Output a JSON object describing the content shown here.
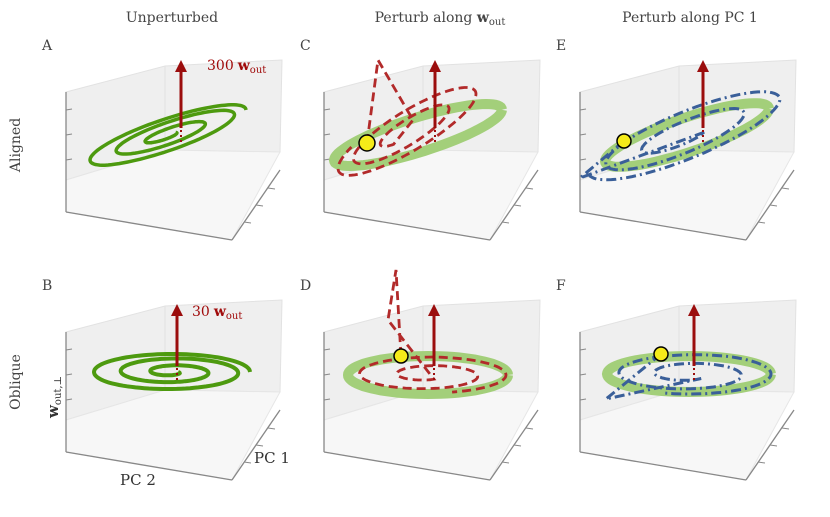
{
  "column_titles": {
    "unperturbed": "Unperturbed",
    "perturb_wout_prefix": "Perturb along ",
    "perturb_wout_vec": "w",
    "perturb_wout_sub": "out",
    "perturb_pc1": "Perturb along PC 1"
  },
  "row_labels": {
    "aligned": "Aligned",
    "oblique": "Oblique"
  },
  "panel_letters": {
    "A": "A",
    "B": "B",
    "C": "C",
    "D": "D",
    "E": "E",
    "F": "F"
  },
  "vector_labels": {
    "aligned_scale": "300",
    "oblique_scale": "30",
    "vec": "w",
    "sub": "out"
  },
  "axis_labels": {
    "x": "PC 2",
    "y": "PC 1",
    "z_vec": "w",
    "z_sub": "out,⊥"
  },
  "colors": {
    "unperturbed_trajectory": "#4d9a0f",
    "unperturbed_faded": "#a3cf7a",
    "perturbed_wout": "#b22a2a",
    "perturbed_pc1": "#3a5f99",
    "output_vector": "#9b0d0d",
    "perturbation_point": "#f5eb19",
    "pane": "#efefef",
    "axis_line": "#888888"
  },
  "chart_data": [
    {
      "panel": "A",
      "type": "line",
      "row": "Aligned",
      "column": "Unperturbed",
      "series": [
        {
          "style": "solid",
          "color": "#4d9a0f"
        }
      ],
      "vector_label": "300 w_out"
    },
    {
      "panel": "B",
      "type": "line",
      "row": "Oblique",
      "column": "Unperturbed",
      "series": [
        {
          "style": "solid",
          "color": "#4d9a0f"
        }
      ],
      "vector_label": "30 w_out"
    },
    {
      "panel": "C",
      "type": "line",
      "row": "Aligned",
      "column": "Perturb along w_out",
      "series": [
        {
          "style": "solid-faded",
          "color": "#a3cf7a"
        },
        {
          "style": "dashed",
          "color": "#b22a2a"
        }
      ]
    },
    {
      "panel": "D",
      "type": "line",
      "row": "Oblique",
      "column": "Perturb along w_out",
      "series": [
        {
          "style": "solid-faded",
          "color": "#a3cf7a"
        },
        {
          "style": "dashed",
          "color": "#b22a2a"
        }
      ]
    },
    {
      "panel": "E",
      "type": "line",
      "row": "Aligned",
      "column": "Perturb along PC 1",
      "series": [
        {
          "style": "solid-faded",
          "color": "#a3cf7a"
        },
        {
          "style": "dash-dot",
          "color": "#3a5f99"
        }
      ]
    },
    {
      "panel": "F",
      "type": "line",
      "row": "Oblique",
      "column": "Perturb along PC 1",
      "series": [
        {
          "style": "solid-faded",
          "color": "#a3cf7a"
        },
        {
          "style": "dash-dot",
          "color": "#3a5f99"
        }
      ]
    }
  ]
}
